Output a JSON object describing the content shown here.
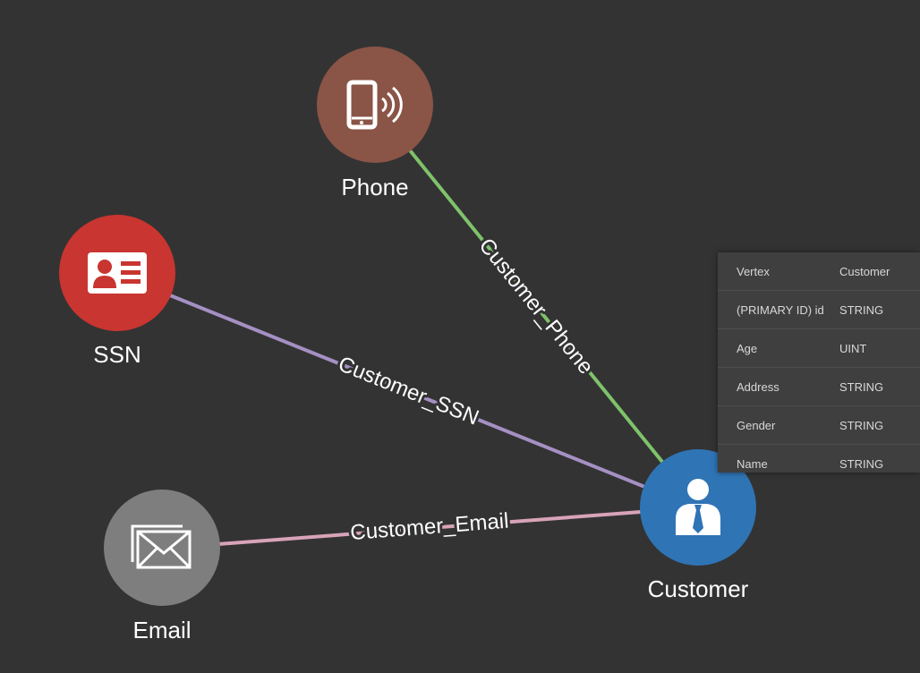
{
  "graph": {
    "nodes": [
      {
        "id": "phone",
        "label": "Phone",
        "color": "#8a5446",
        "icon": "phone-signal-icon"
      },
      {
        "id": "ssn",
        "label": "SSN",
        "color": "#c93530",
        "icon": "id-card-icon"
      },
      {
        "id": "email",
        "label": "Email",
        "color": "#7e7e7e",
        "icon": "envelope-icon"
      },
      {
        "id": "customer",
        "label": "Customer",
        "color": "#2f74b5",
        "icon": "person-icon"
      }
    ],
    "edges": [
      {
        "id": "customer-phone",
        "label": "Customer_Phone",
        "color": "#7fc26b",
        "from": "phone",
        "to": "customer"
      },
      {
        "id": "customer-ssn",
        "label": "Customer_SSN",
        "color": "#a590c4",
        "from": "ssn",
        "to": "customer"
      },
      {
        "id": "customer-email",
        "label": "Customer_Email",
        "color": "#d8a3b8",
        "from": "email",
        "to": "customer"
      }
    ]
  },
  "tooltip": {
    "rows": [
      {
        "key": "Vertex",
        "value": "Customer"
      },
      {
        "key": "(PRIMARY ID) id",
        "value": "STRING"
      },
      {
        "key": "Age",
        "value": "UINT"
      },
      {
        "key": "Address",
        "value": "STRING"
      },
      {
        "key": "Gender",
        "value": "STRING"
      },
      {
        "key": "Name",
        "value": "STRING"
      }
    ]
  }
}
